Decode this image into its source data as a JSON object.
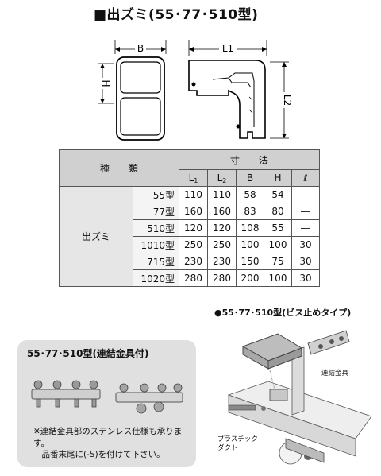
{
  "title": "■出ズミ(55･77･510型)",
  "dims": {
    "b": "B",
    "h": "H",
    "l1": "L1",
    "l2": "L2"
  },
  "table": {
    "type_header": "種　　類",
    "dims_header": "寸　　法",
    "cols": [
      "L",
      "L",
      "B",
      "H",
      "ℓ"
    ],
    "col_subs": [
      "1",
      "2",
      "",
      "",
      ""
    ],
    "group_label": "出ズミ",
    "rows": [
      {
        "type": "55型",
        "vals": [
          "110",
          "110",
          "58",
          "54",
          "―"
        ]
      },
      {
        "type": "77型",
        "vals": [
          "160",
          "160",
          "83",
          "80",
          "―"
        ]
      },
      {
        "type": "510型",
        "vals": [
          "120",
          "120",
          "108",
          "55",
          "―"
        ]
      },
      {
        "type": "1010型",
        "vals": [
          "250",
          "250",
          "100",
          "100",
          "30"
        ]
      },
      {
        "type": "715型",
        "vals": [
          "230",
          "230",
          "150",
          "75",
          "30"
        ]
      },
      {
        "type": "1020型",
        "vals": [
          "280",
          "280",
          "200",
          "100",
          "30"
        ]
      }
    ]
  },
  "install_title": "●55･77･510型(ビス止めタイプ)",
  "install_labels": {
    "fitting": "連結金具",
    "duct": "プラスチック\nダクト"
  },
  "panel": {
    "title": "55･77･510型(連結金具付)",
    "note": "※連結金具部のステンレス仕様も承ります。\n　品番末尾に(-S)を付けて下さい。"
  }
}
